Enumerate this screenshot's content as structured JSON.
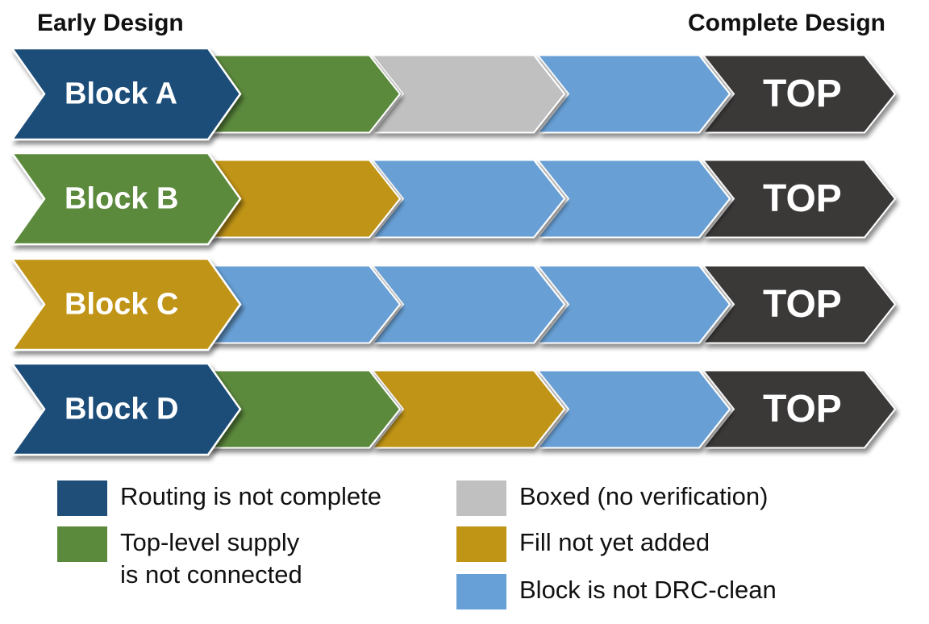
{
  "headers": {
    "left": "Early Design",
    "right": "Complete Design"
  },
  "colors": {
    "routing": "#1f4e79",
    "supply": "#5b8a3c",
    "boxed": "#c0c0c0",
    "fill": "#c09414",
    "drc": "#67a0d6",
    "top": "#3a3838"
  },
  "rows": [
    {
      "label": "Block A",
      "stages": [
        "routing",
        "supply",
        "boxed",
        "drc",
        "top"
      ],
      "top_label": "TOP"
    },
    {
      "label": "Block B",
      "stages": [
        "supply",
        "fill",
        "drc",
        "drc",
        "top"
      ],
      "top_label": "TOP"
    },
    {
      "label": "Block C",
      "stages": [
        "fill",
        "drc",
        "drc",
        "drc",
        "top"
      ],
      "top_label": "TOP"
    },
    {
      "label": "Block D",
      "stages": [
        "routing",
        "supply",
        "fill",
        "drc",
        "top"
      ],
      "top_label": "TOP"
    }
  ],
  "legend": {
    "routing": {
      "lines": [
        "Routing is not complete"
      ]
    },
    "supply": {
      "lines": [
        "Top-level supply",
        "is not connected"
      ]
    },
    "boxed": {
      "lines": [
        "Boxed (no verification)"
      ]
    },
    "fill": {
      "lines": [
        "Fill not yet added"
      ]
    },
    "drc": {
      "lines": [
        "Block is not DRC-clean"
      ]
    }
  }
}
